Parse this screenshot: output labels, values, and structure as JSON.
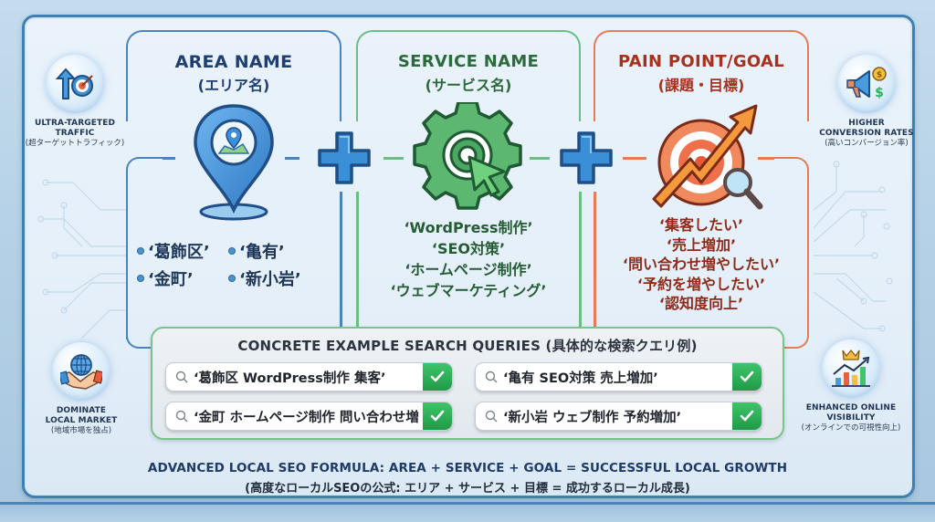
{
  "columns": {
    "area": {
      "title": "AREA NAME",
      "subtitle": "(エリア名)",
      "icon": "map-pin-icon",
      "color": "#1f3f73",
      "border_color": "#4a84bf",
      "items": [
        "‘葛飾区’",
        "‘亀有’",
        "‘金町’",
        "‘新小岩’"
      ]
    },
    "service": {
      "title": "SERVICE NAME",
      "subtitle": "(サービス名)",
      "icon": "gear-cursor-icon",
      "color": "#2b6a3a",
      "border_color": "#6bbf85",
      "items": [
        "‘WordPress制作’",
        "‘SEO対策’",
        "‘ホームページ制作’",
        "‘ウェブマーケティング’"
      ]
    },
    "goal": {
      "title": "PAIN POINT/GOAL",
      "subtitle": "(課題・目標)",
      "icon": "target-growth-icon",
      "color": "#a8301c",
      "border_color": "#e67b55",
      "items": [
        "‘集客したい’",
        "‘売上増加’",
        "‘問い合わせ増やしたい’",
        "‘予約を増やしたい’",
        "‘認知度向上’"
      ]
    }
  },
  "operators": [
    "+",
    "+"
  ],
  "benefits": [
    {
      "title_line1": "ULTRA-TARGETED",
      "title_line2": "TRAFFIC",
      "subtitle": "(超ターゲットトラフィック)",
      "icon": "arrow-target-icon"
    },
    {
      "title_line1": "HIGHER",
      "title_line2": "CONVERSION RATES",
      "subtitle": "(高いコンバージョン率)",
      "icon": "megaphone-dollar-icon"
    },
    {
      "title_line1": "DOMINATE",
      "title_line2": "LOCAL MARKET",
      "subtitle": "(地域市場を独占)",
      "icon": "globe-handshake-icon"
    },
    {
      "title_line1": "ENHANCED ONLINE",
      "title_line2": "VISIBILITY",
      "subtitle": "(オンラインでの可視性向上)",
      "icon": "crown-bar-chart-icon"
    }
  ],
  "queries": {
    "title": "CONCRETE EXAMPLE SEARCH QUERIES (具体的な検索クエリ例)",
    "items": [
      {
        "text": "‘葛飾区 WordPress制作 集客’",
        "status": "check"
      },
      {
        "text": "‘亀有 SEO対策 売上増加’",
        "status": "check"
      },
      {
        "text": "‘金町 ホームページ制作 問い合わせ増",
        "status": "check"
      },
      {
        "text": "‘新小岩 ウェブ制作 予約増加’",
        "status": "check"
      }
    ]
  },
  "formula": {
    "english": "ADVANCED LOCAL SEO FORMULA: AREA + SERVICE + GOAL = SUCCESSFUL LOCAL GROWTH",
    "japanese": "(高度なローカルSEOの公式: エリア + サービス + 目標 = 成功するローカル成長)"
  },
  "colors": {
    "frame": "#3f7fb2",
    "plus": "#3b8fd6",
    "check": "#2bb35a"
  }
}
